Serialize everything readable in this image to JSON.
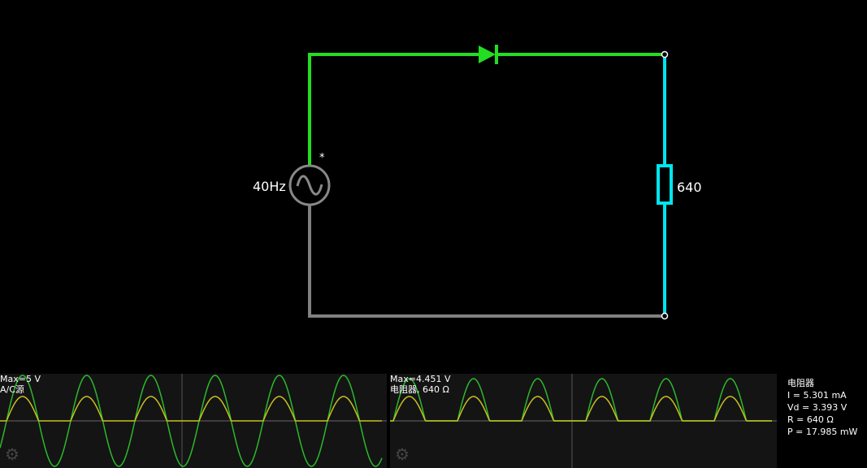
{
  "circuit": {
    "source_label": "40Hz",
    "source_marker": "*",
    "resistor_label": "640",
    "colors": {
      "conducting": "#22dd22",
      "resistor": "#00e5ee",
      "ground": "#808080",
      "source": "#888888"
    }
  },
  "scopes": [
    {
      "max_label": "Max=5 V",
      "name_label": "A/C源"
    },
    {
      "max_label": "Max=4.451 V",
      "name_label": "电阻器, 640 Ω"
    }
  ],
  "info": {
    "title": "电阻器",
    "current": "I = 5.301 mA",
    "voltage": "Vd = 3.393 V",
    "resistance": "R = 640 Ω",
    "power": "P = 17.985 mW"
  },
  "icons": {
    "settings": "gear-icon"
  }
}
